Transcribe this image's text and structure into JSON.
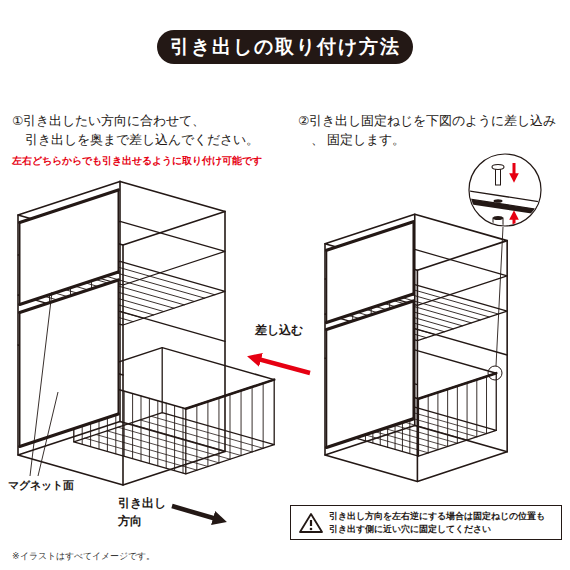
{
  "diagram": {
    "title": "引き出しの取り付け方法",
    "nodes": [
      {
        "text": [
          "引き出し方向を左右逆にする場合は固定ねじの位置も 引き出す側に近い穴に固定してください"
        ]
      }
    ],
    "labels": [
      "①引き出したい方向に合わせて、 引き出しを奥まで差し込んでください。",
      "左右どちらからでも引き出せるように取り付け可能です",
      "②引き出し固定ねじを下図のように差し込み、 固定します。",
      "差し込む",
      "マグネット面",
      "引き出し 方向",
      "※イラストはすべてイメージです。"
    ]
  }
}
